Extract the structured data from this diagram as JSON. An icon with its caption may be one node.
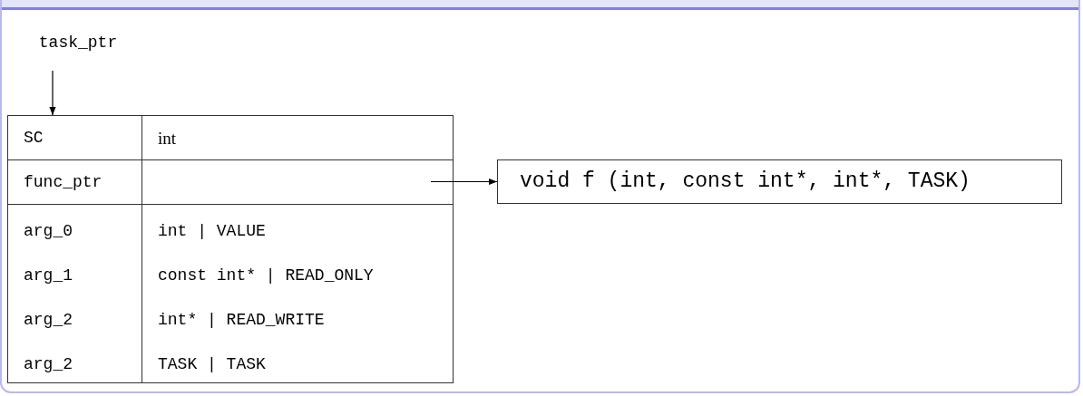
{
  "diagram": {
    "nodes": [
      {
        "text": [
          "task_ptr"
        ]
      },
      {
        "text": [],
        "shape": "box"
      },
      {
        "text": [],
        "shape": "box",
        "in": 1
      },
      {
        "text": [
          "void f (int, const int*, int*, TASK)"
        ]
      }
    ],
    "edges": [
      {
        "from": 0,
        "to": 1,
        "arrow": "to"
      },
      {
        "from": 2,
        "to": 3,
        "arrow": "to"
      }
    ],
    "labels": [
      "SC",
      "int",
      "func_ptr",
      "arg_0",
      "int | VALUE",
      "arg_1",
      "const int* | READ_ONLY",
      "arg_2",
      "int* | READ_WRITE",
      "arg_2",
      "TASK | TASK"
    ]
  }
}
